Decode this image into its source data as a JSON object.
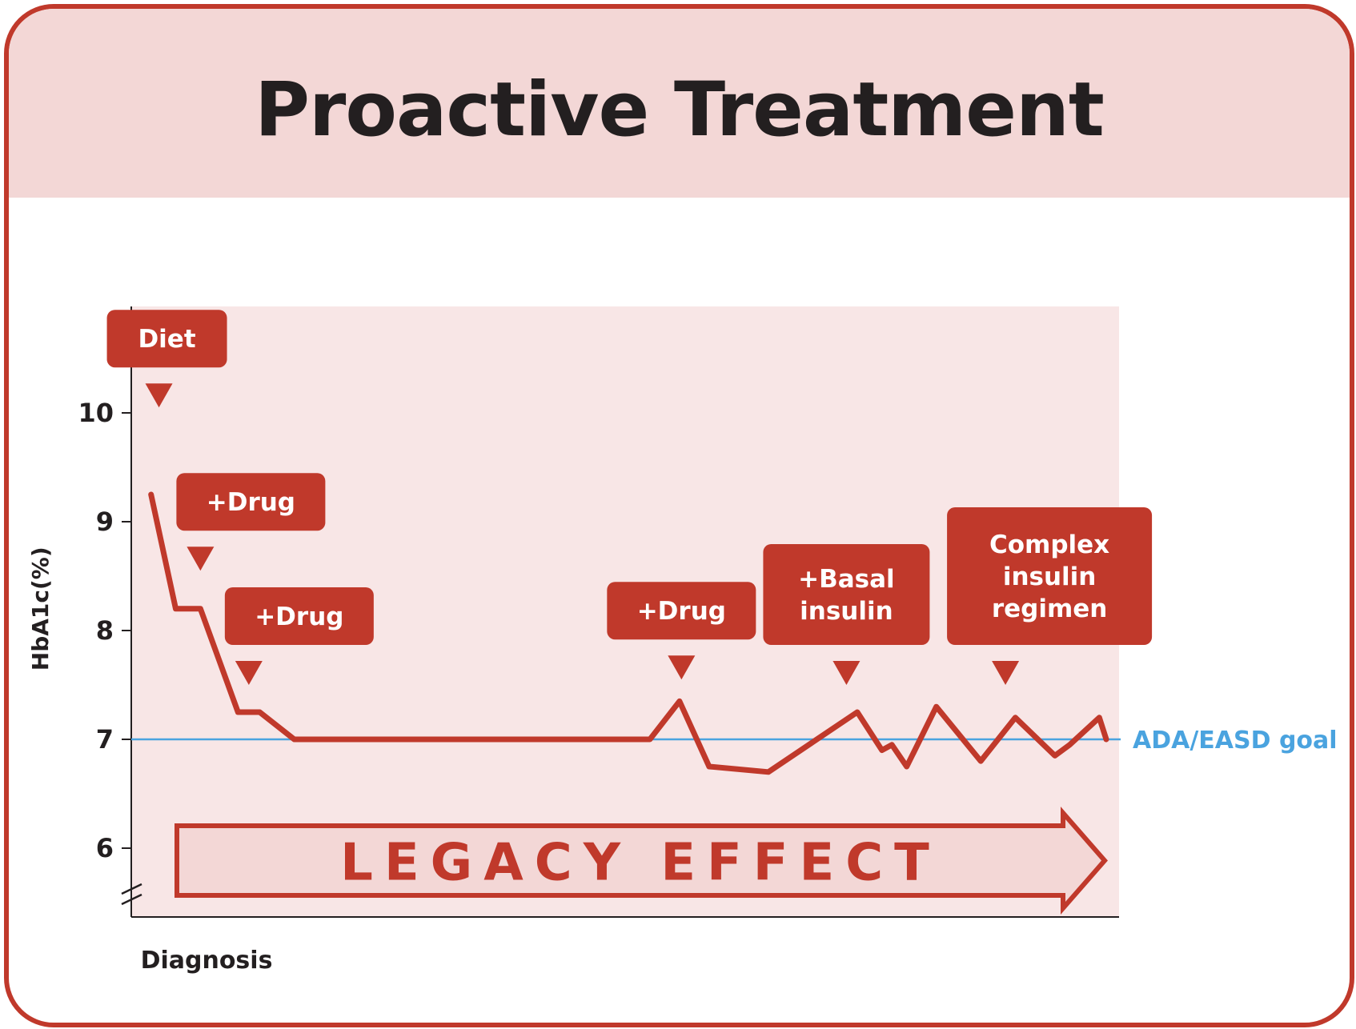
{
  "title": "Proactive Treatment",
  "colors": {
    "accent": "#c0392b",
    "header_bg": "#f3d7d6",
    "plot_bg": "#f8e6e6",
    "goal_line": "#4aa3df",
    "text": "#231f20"
  },
  "chart_data": {
    "type": "line",
    "title": "",
    "xlabel": "Diagnosis",
    "ylabel": "HbA1c(%)",
    "yticks": [
      6,
      7,
      8,
      9,
      10
    ],
    "ylim": [
      5.4,
      11.0
    ],
    "xlim": [
      0,
      100
    ],
    "axis_break": "y",
    "grid": false,
    "series": [
      {
        "x": [
          2,
          4.5,
          7,
          10.8,
          13,
          16.5,
          52.5,
          55.5,
          58.5,
          64.5,
          73.5,
          76,
          77,
          78.5,
          81.5,
          86,
          89.5,
          93.5,
          95,
          98,
          98.7
        ],
        "y": [
          9.25,
          8.2,
          8.2,
          7.25,
          7.25,
          7.0,
          7.0,
          7.35,
          6.75,
          6.7,
          7.25,
          6.9,
          6.95,
          6.75,
          7.3,
          6.8,
          7.2,
          6.85,
          6.95,
          7.2,
          7.0
        ]
      }
    ],
    "reference_line": {
      "y": 7.0,
      "label": "ADA/EASD goal"
    },
    "annotations": [
      {
        "label": "Diet",
        "x": 2.8,
        "y": 10.05
      },
      {
        "label": "+Drug",
        "x": 7.0,
        "y": 8.55
      },
      {
        "label": "+Drug",
        "x": 11.9,
        "y": 7.5
      },
      {
        "label": "+Drug",
        "x": 55.7,
        "y": 7.55
      },
      {
        "label": "+Basal insulin",
        "x": 72.4,
        "y": 7.5
      },
      {
        "label": "Complex insulin regimen",
        "x": 88.5,
        "y": 7.5
      }
    ],
    "banner": "LEGACY EFFECT"
  }
}
